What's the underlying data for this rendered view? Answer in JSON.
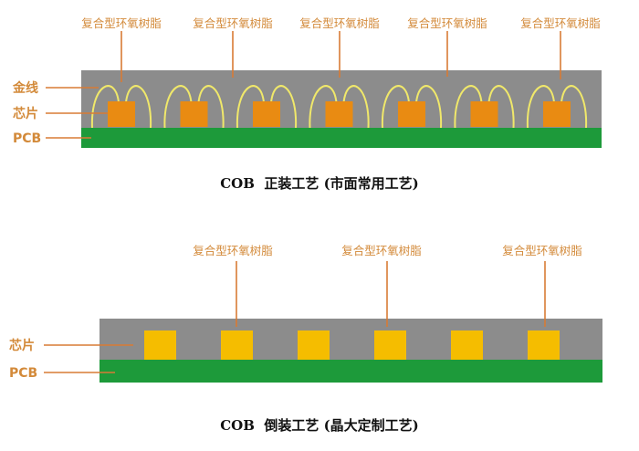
{
  "colors": {
    "resin": "#8c8c8c",
    "pcb": "#1d9a3a",
    "chip_top": "#e98b12",
    "chip_bottom": "#f5bd00",
    "wire": "#f0e86a",
    "label": "#d38a3a",
    "leader": "#d87b35"
  },
  "top_diagram": {
    "resin_labels": [
      "复合型环氧树脂",
      "复合型环氧树脂",
      "复合型环氧树脂",
      "复合型环氧树脂",
      "复合型环氧树脂"
    ],
    "side_labels": {
      "wire": "金线",
      "chip": "芯片",
      "pcb": "PCB"
    },
    "chip_count": 7,
    "caption": "COB  正装工艺 (市面常用工艺)"
  },
  "bottom_diagram": {
    "resin_labels": [
      "复合型环氧树脂",
      "复合型环氧树脂",
      "复合型环氧树脂"
    ],
    "side_labels": {
      "chip": "芯片",
      "pcb": "PCB"
    },
    "chip_count": 6,
    "caption": "COB  倒装工艺 (晶大定制工艺)"
  }
}
